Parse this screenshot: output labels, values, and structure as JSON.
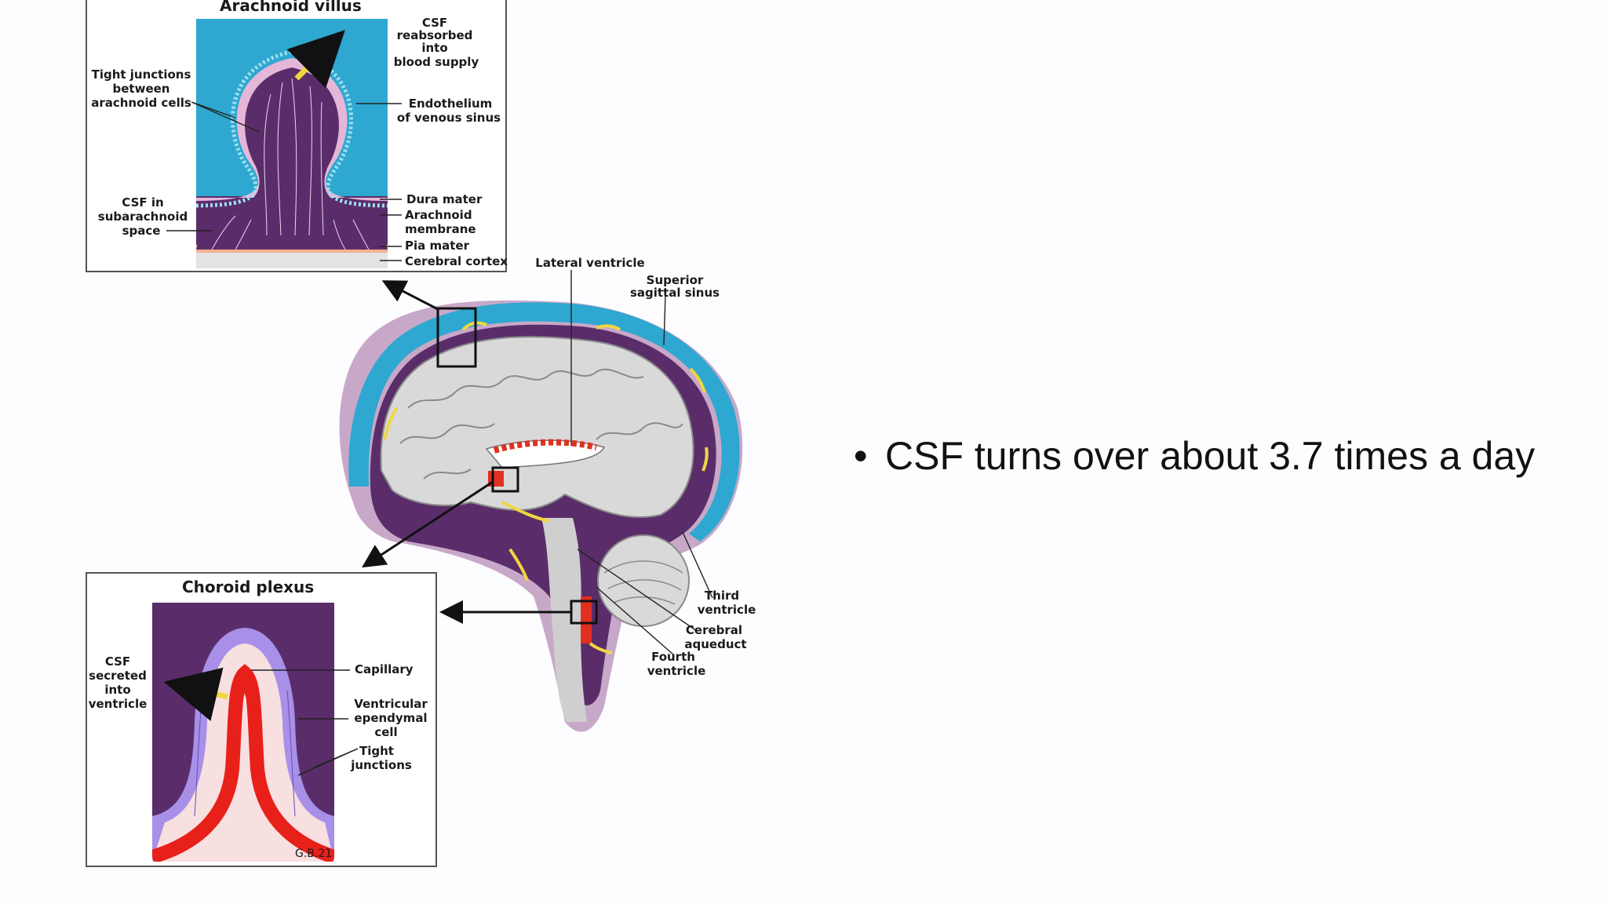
{
  "figure": {
    "arachnoid": {
      "title": "Arachnoid villus",
      "csf_reabsorbed": [
        "CSF",
        "reabsorbed",
        "into",
        "blood supply"
      ],
      "tight_junctions": [
        "Tight junctions",
        "between",
        "arachnoid cells"
      ],
      "endothelium": [
        "Endothelium",
        "of venous sinus"
      ],
      "csf_subarachnoid": [
        "CSF in",
        "subarachnoid",
        "space"
      ],
      "dura": "Dura mater",
      "arachnoid_membrane": [
        "Arachnoid",
        "membrane"
      ],
      "pia": "Pia mater",
      "cortex": "Cerebral cortex"
    },
    "brain": {
      "lateral_ventricle": "Lateral ventricle",
      "superior_sinus": [
        "Superior",
        "sagittal sinus"
      ],
      "third_ventricle": [
        "Third",
        "ventricle"
      ],
      "cerebral_aqueduct": [
        "Cerebral",
        "aqueduct"
      ],
      "fourth_ventricle": [
        "Fourth",
        "ventricle"
      ]
    },
    "choroid": {
      "title": "Choroid plexus",
      "csf_secreted": [
        "CSF",
        "secreted",
        "into",
        "ventricle"
      ],
      "capillary": "Capillary",
      "ependymal": [
        "Ventricular",
        "ependymal",
        "cell"
      ],
      "tight_junctions": [
        "Tight",
        "junctions"
      ],
      "signature": "G.B.21"
    }
  },
  "bullet": {
    "symbol": "•",
    "text": "CSF turns over about  3.7 times a day"
  }
}
